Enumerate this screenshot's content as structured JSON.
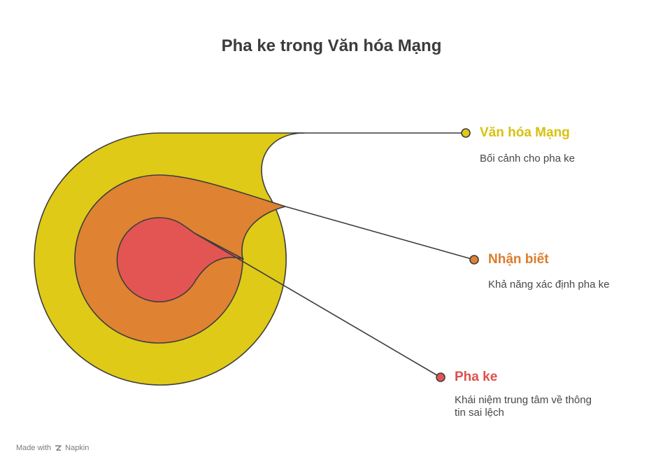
{
  "title": "Pha ke trong Văn hóa Mạng",
  "layers": [
    {
      "label": "Văn hóa Mạng",
      "description": "Bối cảnh cho pha ke",
      "color": "#dfca17"
    },
    {
      "label": "Nhận biết",
      "description": "Khả năng xác định pha ke",
      "color": "#df8232"
    },
    {
      "label": "Pha ke",
      "description": "Khái niệm trung tâm về thông tin sai lệch",
      "color": "#e35552"
    }
  ],
  "footer": {
    "made_with": "Made with",
    "brand": "Napkin",
    "brand_icon": "napkin-logo-icon"
  }
}
